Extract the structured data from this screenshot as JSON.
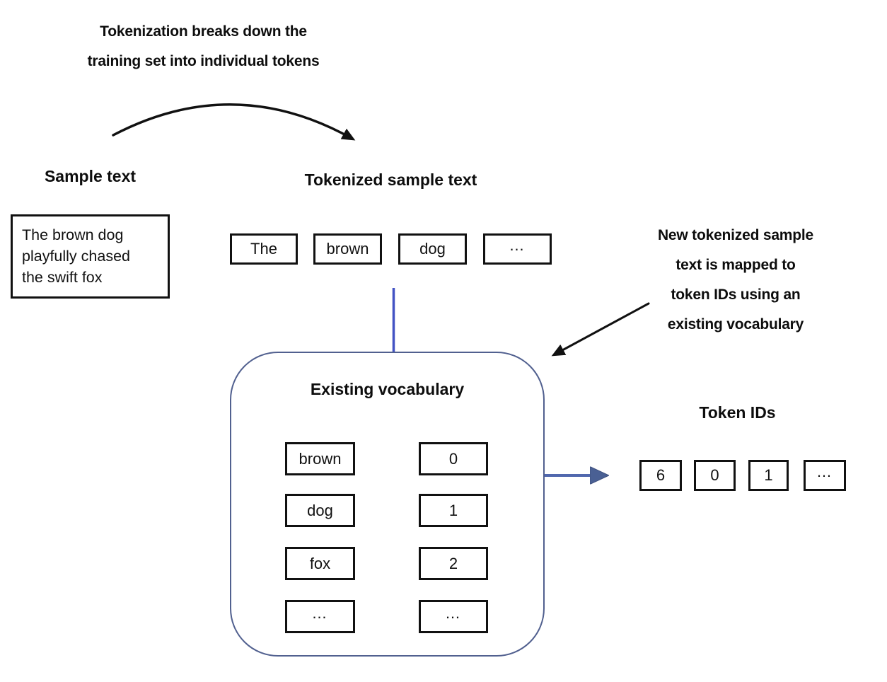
{
  "colors": {
    "blue_connector": "#4353c4",
    "blue_arrow_line": "#5168ae",
    "blue_arrow_head": "#4a6094",
    "container_border": "#51608f",
    "box_border": "#111111",
    "background": "#ffffff"
  },
  "top_note": {
    "lines": [
      "Tokenization breaks down the",
      "training set into individual tokens"
    ]
  },
  "sample": {
    "title": "Sample text",
    "lines": [
      "The brown dog",
      "playfully chased",
      "the swift fox"
    ]
  },
  "tokenized": {
    "title": "Tokenized sample text",
    "tokens": [
      "The",
      "brown",
      "dog",
      "…"
    ]
  },
  "vocabulary": {
    "title": "Existing vocabulary",
    "entries": [
      {
        "token": "brown",
        "id": "0"
      },
      {
        "token": "dog",
        "id": "1"
      },
      {
        "token": "fox",
        "id": "2"
      },
      {
        "token": "…",
        "id": "…"
      }
    ]
  },
  "right_note": {
    "lines": [
      "New tokenized sample",
      "text is mapped to",
      "token IDs using an",
      "existing vocabulary"
    ]
  },
  "token_ids": {
    "title": "Token IDs",
    "values": [
      "6",
      "0",
      "1",
      "…"
    ]
  }
}
